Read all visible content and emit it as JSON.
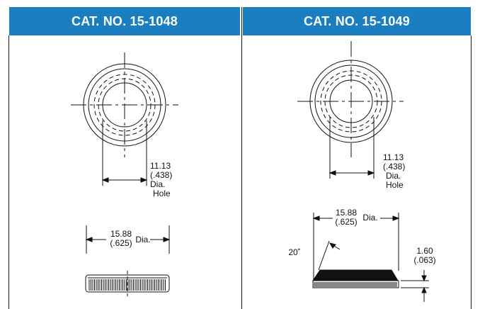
{
  "panels": [
    {
      "header": "CAT. NO. 15-1048",
      "hole_dim": {
        "mm": "11.13",
        "in": "(.438)",
        "dia": "Dia.",
        "hole": "Hole"
      },
      "side_dim": {
        "mm": "15.88",
        "in": "(.625)",
        "dia": "Dia."
      }
    },
    {
      "header": "CAT. NO. 15-1049",
      "hole_dim": {
        "mm": "11.13",
        "in": "(.438)",
        "dia": "Dia.",
        "hole": "Hole"
      },
      "side_dim": {
        "mm": "15.88",
        "in": "(.625)",
        "dia": "Dia."
      },
      "angle": "20˚",
      "thickness": {
        "mm": "1.60",
        "in": "(.063)"
      }
    }
  ]
}
